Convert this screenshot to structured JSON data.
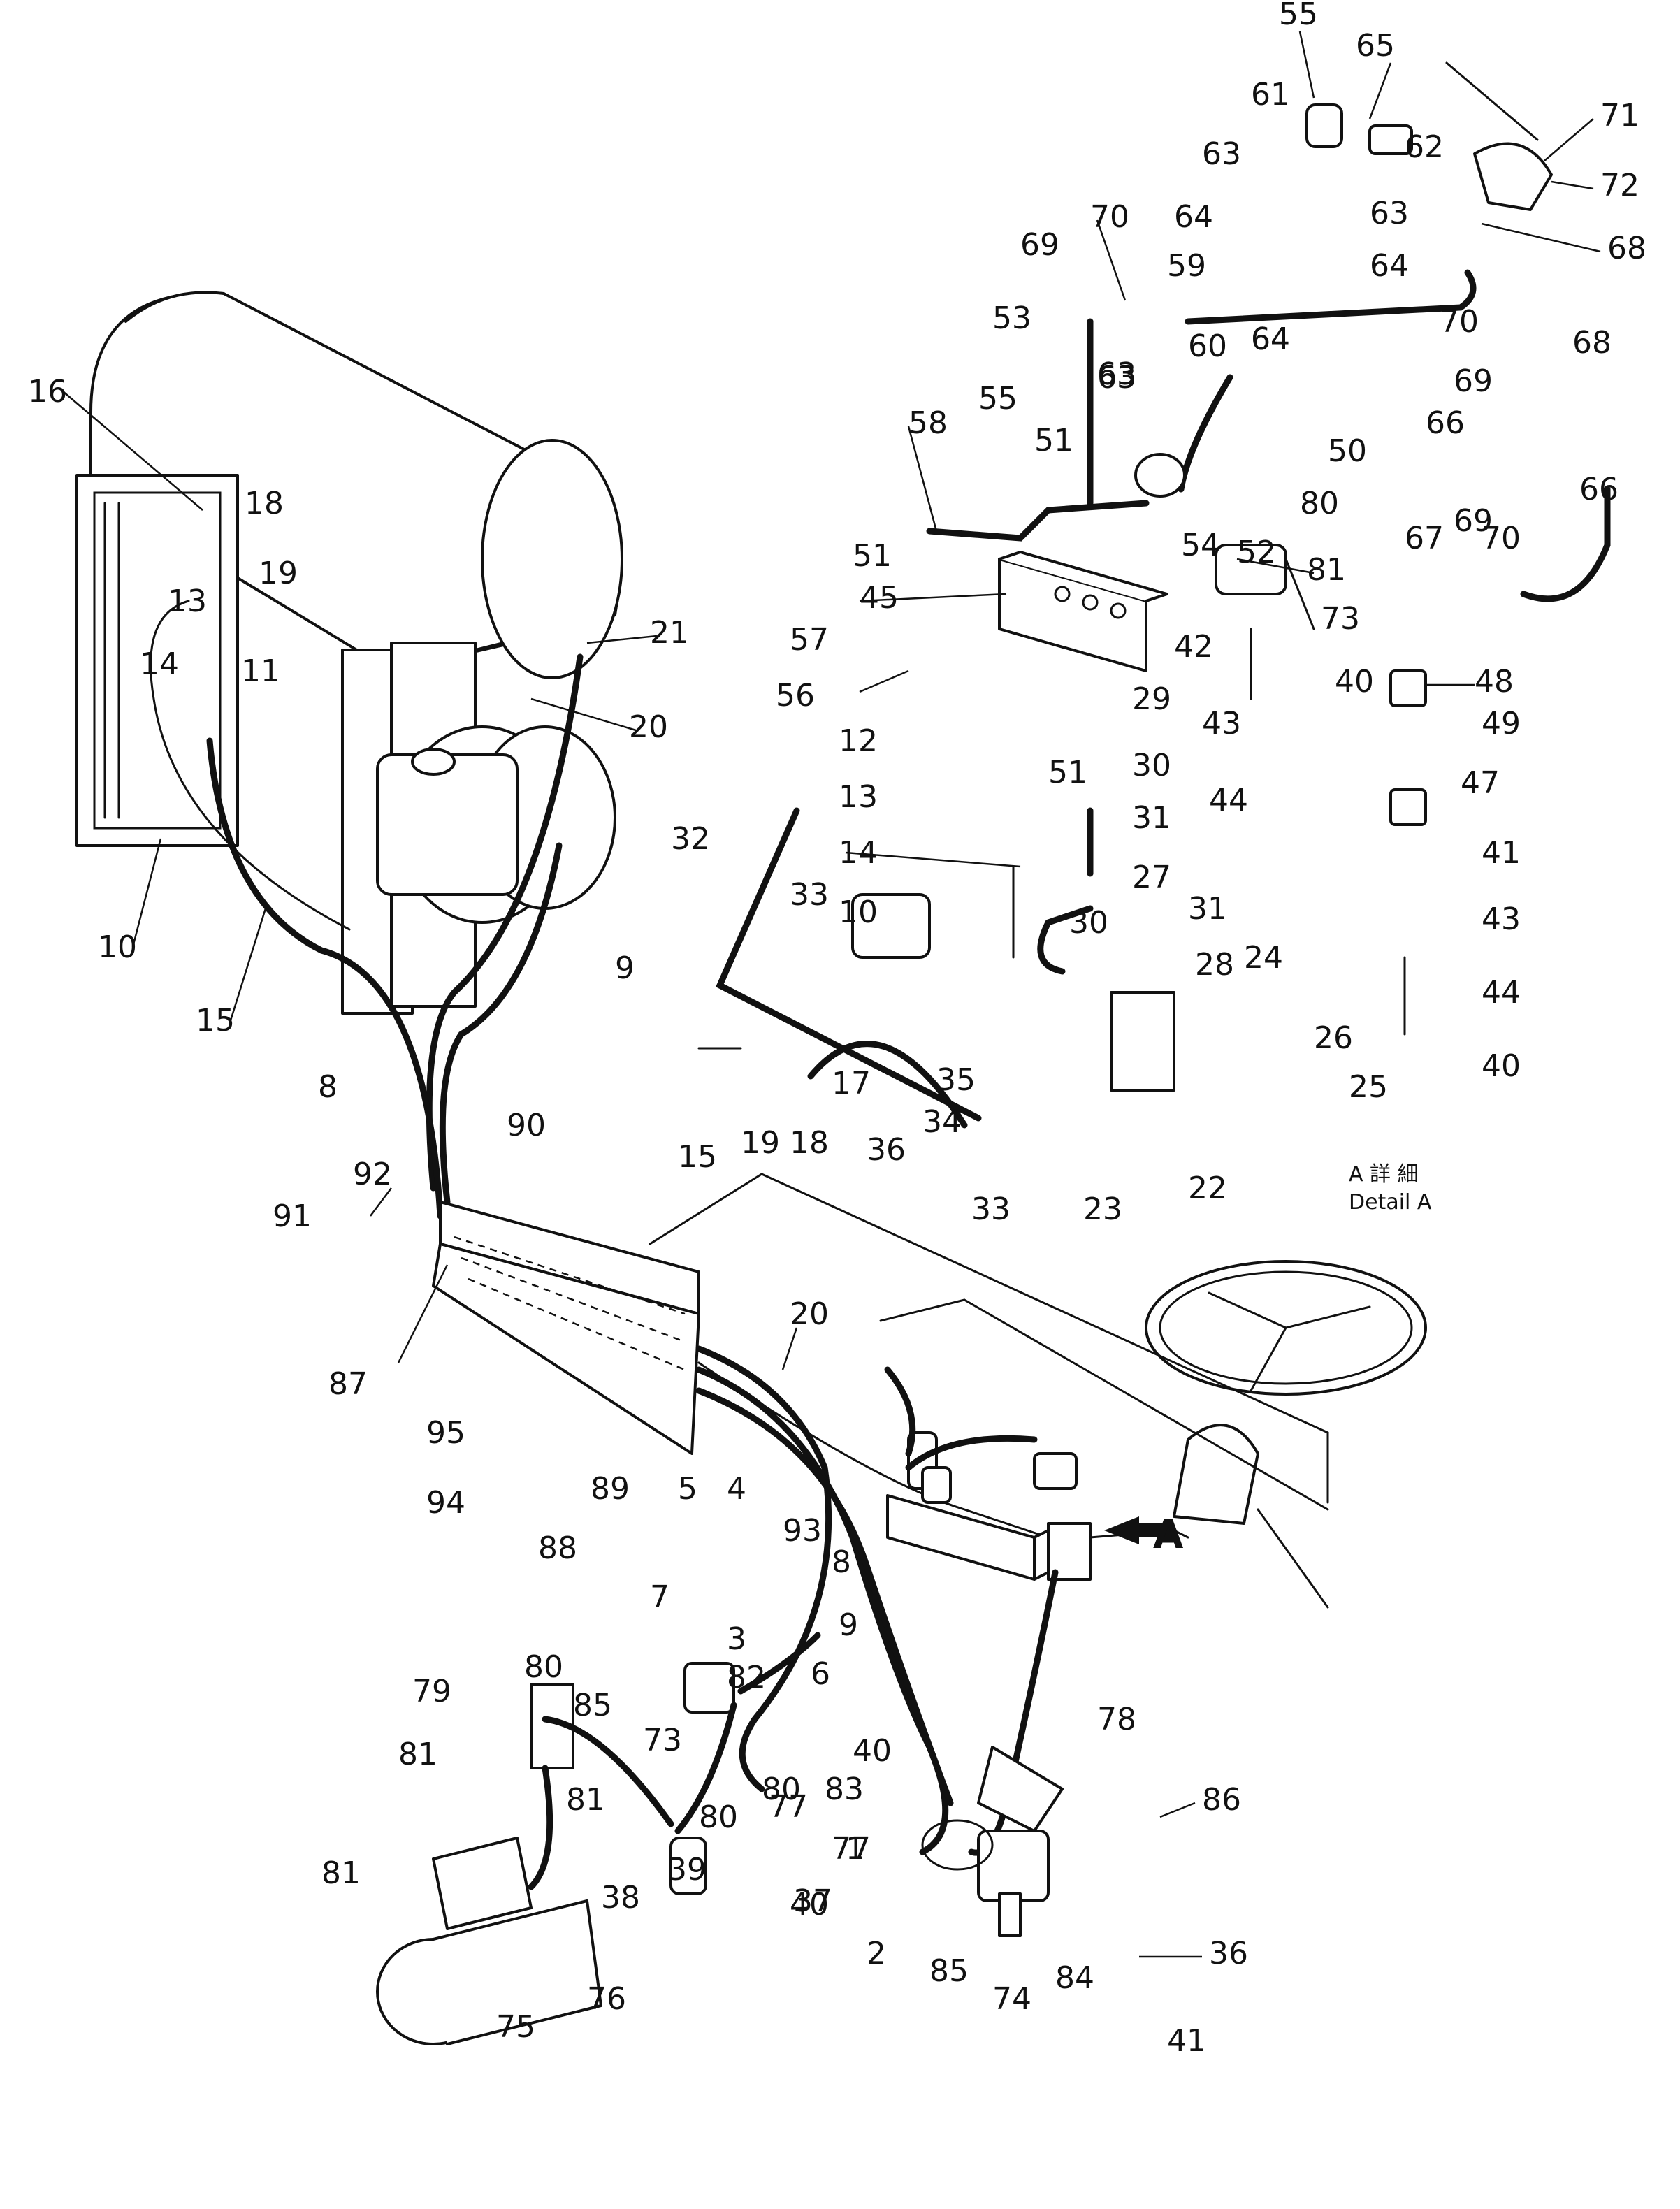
{
  "detail": {
    "line1": "A  詳  細",
    "line2": "Detail   A"
  },
  "view_arrow_label": "A",
  "callouts": [
    "55",
    "65",
    "61",
    "62",
    "63",
    "64",
    "63",
    "71",
    "72",
    "68",
    "70",
    "69",
    "64",
    "59",
    "53",
    "60",
    "64",
    "63",
    "68",
    "70",
    "66",
    "69",
    "64",
    "55",
    "63",
    "51",
    "58",
    "50",
    "80",
    "52",
    "54",
    "51",
    "81",
    "73",
    "69",
    "66",
    "67",
    "70",
    "45",
    "57",
    "42",
    "43",
    "40",
    "48",
    "56",
    "44",
    "29",
    "49",
    "12",
    "51",
    "30",
    "47",
    "13",
    "31",
    "41",
    "14",
    "27",
    "43",
    "10",
    "44",
    "32",
    "33",
    "30",
    "31",
    "28",
    "24",
    "40",
    "17",
    "26",
    "35",
    "25",
    "15",
    "19",
    "18",
    "36",
    "34",
    "33",
    "23",
    "22",
    "16",
    "18",
    "19",
    "13",
    "11",
    "21",
    "14",
    "20",
    "10",
    "15",
    "9",
    "8",
    "90",
    "92",
    "91",
    "87",
    "20",
    "95",
    "94",
    "89",
    "93",
    "5",
    "4",
    "88",
    "8",
    "3",
    "7",
    "9",
    "6",
    "82",
    "79",
    "80",
    "85",
    "81",
    "73",
    "40",
    "78",
    "81",
    "80",
    "83",
    "80",
    "77",
    "1",
    "81",
    "77",
    "37",
    "38",
    "39",
    "40",
    "86",
    "36",
    "41",
    "2",
    "85",
    "84",
    "74",
    "76",
    "75"
  ]
}
